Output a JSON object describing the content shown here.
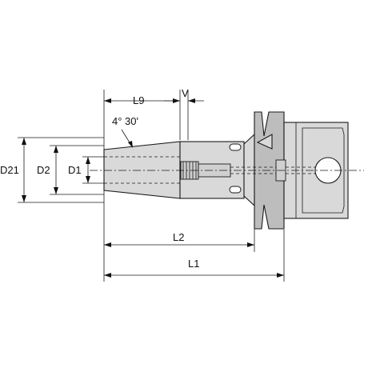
{
  "dimensions": {
    "d21": "D21",
    "d2": "D2",
    "d1": "D1",
    "l9": "L9",
    "v": "V",
    "angle": "4° 30'",
    "l2": "L2",
    "l1": "L1"
  },
  "colors": {
    "line": "#1a1a1a",
    "body": "#d9d9d9",
    "shade": "#bdbdbd"
  }
}
